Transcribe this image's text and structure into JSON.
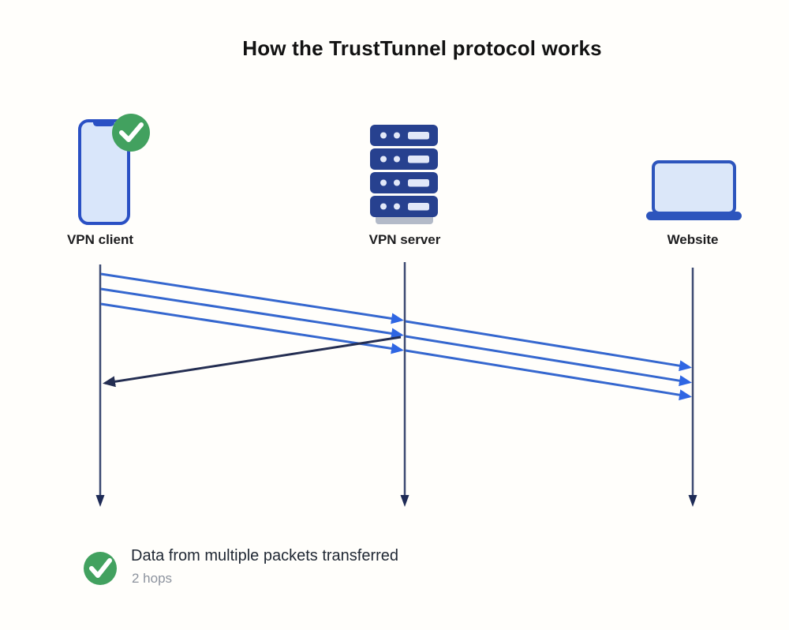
{
  "title": "How the TrustTunnel protocol works",
  "entities": [
    {
      "id": "vpn-client",
      "label": "VPN client",
      "icon": "smartphone-with-check-badge"
    },
    {
      "id": "vpn-server",
      "label": "VPN server",
      "icon": "server-stack"
    },
    {
      "id": "website",
      "label": "Website",
      "icon": "laptop"
    }
  ],
  "flows": [
    {
      "from": "VPN client",
      "to": "VPN server",
      "packets": 3,
      "style": "blue-arrows"
    },
    {
      "from": "VPN server",
      "to": "Website",
      "packets": 3,
      "style": "blue-arrows"
    },
    {
      "from": "VPN server",
      "to": "VPN client",
      "packets": 1,
      "style": "dark-arrow"
    }
  ],
  "legend": {
    "icon": "check-circle",
    "text": "Data from multiple packets transferred",
    "subtext": "2 hops"
  },
  "colors": {
    "background": "#fffefb",
    "title-text": "#121212",
    "label-text": "#1d1d1f",
    "subtext-gray": "#8d939e",
    "legend-text": "#1f2733",
    "blue-line": "#3567cf",
    "blue-head": "#2f66e3",
    "timeline": "#3d4a72",
    "timeline-head": "#1e2b56",
    "dark-arrow": "#242e52",
    "green": "#42a15f",
    "phone-border": "#2a50c4",
    "phone-fill": "#d9e6fa",
    "server-blue": "#27418f",
    "server-light": "#e2e8f8",
    "server-base": "#b3bac8",
    "laptop-border": "#2d55bd",
    "laptop-fill": "#dbe7f9"
  }
}
